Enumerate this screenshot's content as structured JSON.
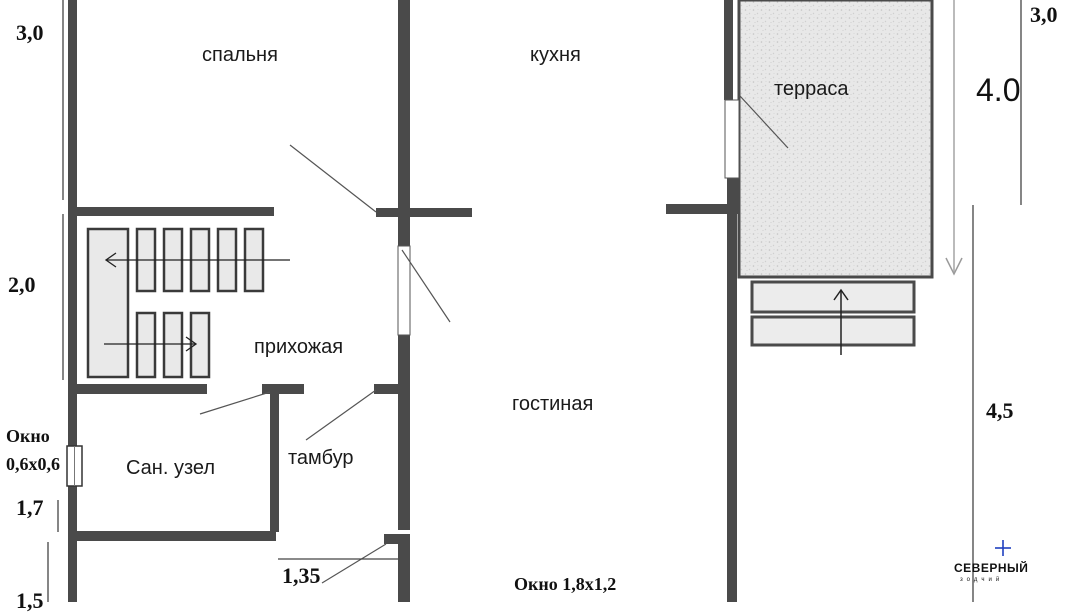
{
  "rooms": {
    "bedroom": "спальня",
    "kitchen": "кухня",
    "terrace": "терраса",
    "hallway": "прихожая",
    "living_room": "гостиная",
    "bathroom": "Сан. узел",
    "vestibule": "тамбур"
  },
  "dimensions": {
    "left_top": "3,0",
    "left_middle": "2,0",
    "left_bath": "1,7",
    "left_bottom": "1,5",
    "right_top": "3,0",
    "right_terrace": "4.0",
    "right_middle": "4,5",
    "bottom_inner": "1,35"
  },
  "windows": {
    "bath_window_line1": "Окно",
    "bath_window_line2": "0,6х0,6",
    "living_window": "Окно 1,8х1,2"
  },
  "logo": {
    "name": "СЕВЕРНЫЙ",
    "subtitle": "зодчий",
    "accent_color": "#1f3fbf"
  },
  "colors": {
    "wall": "#4a4a4a",
    "terrace_fill": "#e6e6e6",
    "stair_fill": "#e9e9e9"
  }
}
